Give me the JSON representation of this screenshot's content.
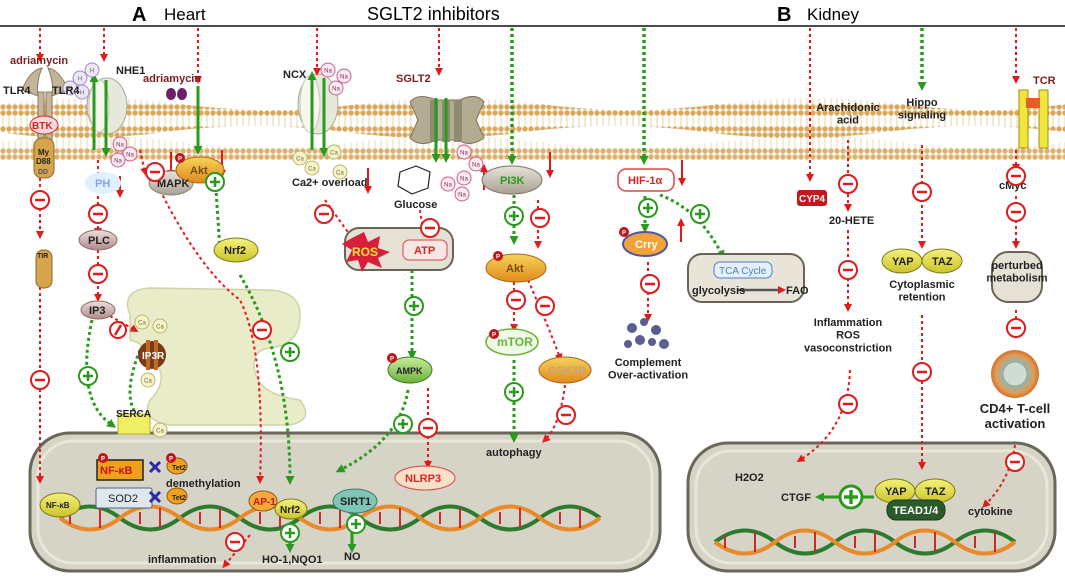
{
  "header": {
    "panel_a_letter": "A",
    "panel_a_title": "Heart",
    "center_title": "SGLT2 inhibitors",
    "panel_b_letter": "B",
    "panel_b_title": "Kidney"
  },
  "membrane": {
    "adriamycin_left": "adriamycin",
    "tlr4_left": "TLR4",
    "tlr4_right": "TLR4",
    "btk": "BTK",
    "myd88_a": "My",
    "myd88_b": "D88",
    "myd88_c": "DD",
    "nhe1": "NHE1",
    "h_ion": "H",
    "na_ion": "Na",
    "ca_ion": "Ca",
    "adriamycin_mid": "adriamycin",
    "ncx": "NCX",
    "sglt2": "SGLT2",
    "tcr": "TCR",
    "arachidonic_acid": "Arachidonic\nacid",
    "hippo_signaling": "Hippo\nsignaling"
  },
  "heart": {
    "ph": "PH",
    "plc": "PLC",
    "ip3": "IP3",
    "ip3r": "IP3R",
    "serca": "SERCA",
    "mapk": "MAPK",
    "akt": "Akt",
    "nrf2": "Nrf2",
    "tir": "TIR",
    "ca_overload": "Ca2+ overload",
    "ros": "ROS",
    "atp": "ATP",
    "glucose": "Glucose",
    "ampk": "AMPK",
    "nlrp3": "NLRP3",
    "pi3k": "PI3K",
    "akt2": "Akt",
    "mtor": "mTOR",
    "gsk3b": "GSK3B",
    "autophagy": "autophagy",
    "hif": "HIF-1α",
    "crry": "Crry",
    "complement": "Complement\nOver-activation",
    "tca_cycle": "TCA Cycle",
    "glycolysis": "glycolysis",
    "fao": "FAO",
    "p_mark": "P"
  },
  "nucleus_a": {
    "nfkb": "NF-κB",
    "nfkb_small": "NF-κB",
    "sod2": "SOD2",
    "tet2": "Tet2",
    "demethylation": "demethylation",
    "ap1": "AP-1",
    "nrf2": "Nrf2",
    "sirt1": "SIRT1",
    "no": "NO",
    "inflammation": "inflammation",
    "ho1": "HO-1,NQO1"
  },
  "kidney": {
    "cyp4": "CYP4",
    "hete": "20-HETE",
    "inflammation_ros": "Inflammation\nROS\nvasoconstriction",
    "yap": "YAP",
    "taz": "TAZ",
    "cytoplasmic": "Cytoplasmic\nretention",
    "cmyc": "cMyc",
    "perturbed": "perturbed\nmetabolism",
    "cd4": "CD4+ T-cell\nactivation",
    "h2o2": "H2O2",
    "ctgf": "CTGF",
    "yap2": "YAP",
    "taz2": "TAZ",
    "tead": "TEAD1/4",
    "cytokine": "cytokine"
  },
  "symbols": {
    "minus": "−",
    "plus": "+",
    "slash": "/"
  },
  "colors": {
    "red": "#e01b1b",
    "green": "#2a9a1e",
    "membrane": "#d9b46a",
    "cytoplasm": "#ece8d8",
    "nucleus_border": "#6b665a"
  }
}
